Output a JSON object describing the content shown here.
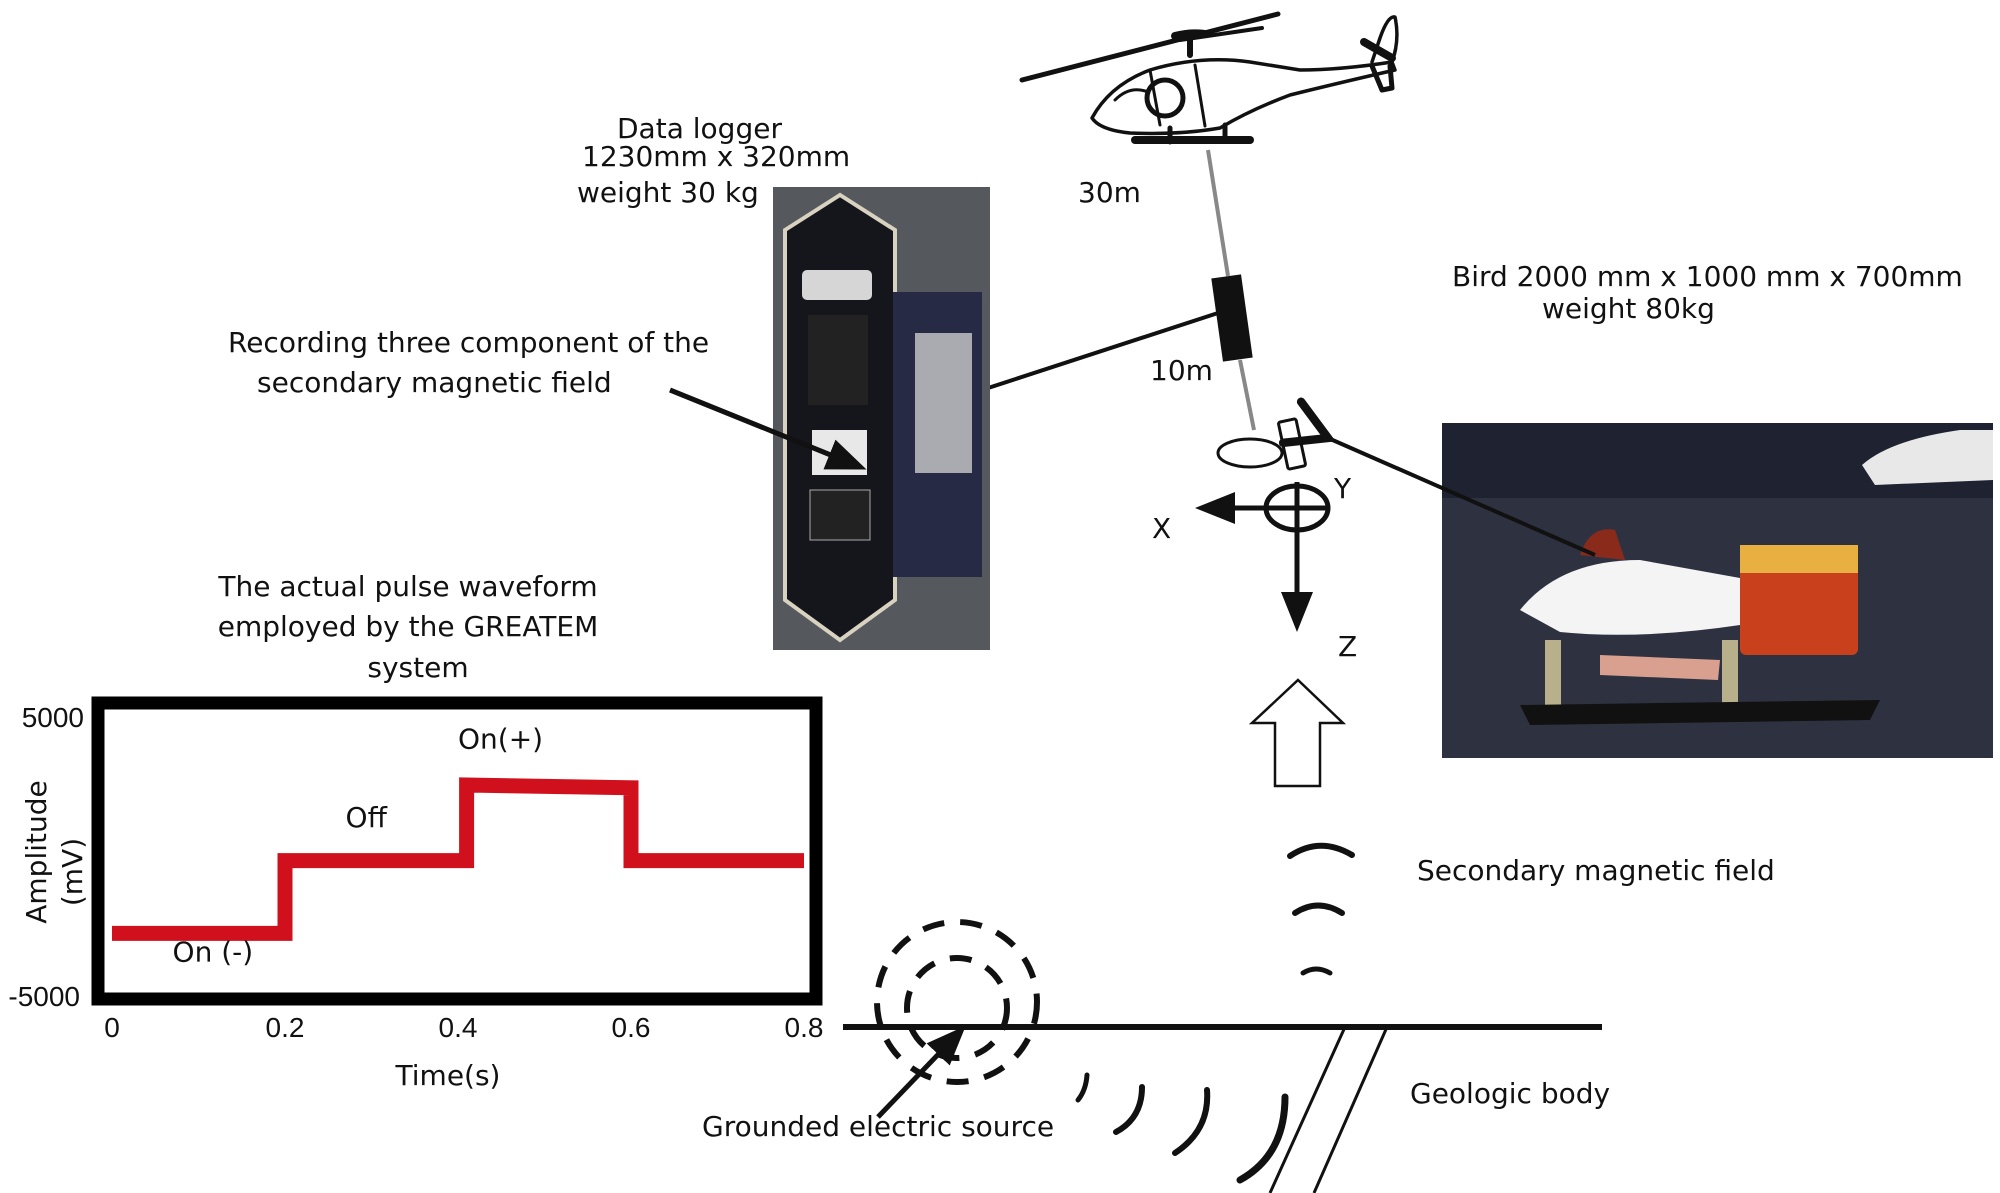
{
  "colors": {
    "waveform": "#d0101c",
    "ink": "#111111",
    "logger_bg": "#55585c",
    "logger_body": "#1a1c22",
    "logger_cylinder": "#272a44",
    "logger_panel": "#a9abb0",
    "bird_bg": "#2e3240",
    "bird_body": "#f4f4f4",
    "bird_coil": "#c8401c"
  },
  "labels": {
    "data_logger_title": "Data logger",
    "data_logger_size": "1230mm x 320mm",
    "data_logger_weight": "weight 30 kg",
    "recording_line1": "Recording three component of the",
    "recording_line2": "secondary magnetic field",
    "cable_upper_length": "30m",
    "cable_lower_length": "10m",
    "bird_size": "Bird 2000 mm x 1000 mm x 700mm",
    "bird_weight": "weight 80kg",
    "axis_x": "X",
    "axis_y": "Y",
    "axis_z": "Z",
    "secondary_field": "Secondary magnetic field",
    "geologic_body": "Geologic body",
    "grounded_source": "Grounded electric source",
    "waveform_caption_line1": "The actual pulse waveform",
    "waveform_caption_line2": "employed by the GREATEM",
    "waveform_caption_line3": "system"
  },
  "chart_data": {
    "type": "line",
    "title": "The actual pulse waveform employed by the GREATEM system",
    "xlabel": "Time(s)",
    "ylabel": "Amplitude (mV)",
    "xlim": [
      0,
      0.8
    ],
    "ylim": [
      -5000,
      5000
    ],
    "x_ticks": [
      "0",
      "0.2",
      "0.4",
      "0.6",
      "0.8"
    ],
    "y_ticks": [
      "5000",
      "-5000"
    ],
    "grid": false,
    "step": true,
    "series": [
      {
        "name": "Pulse waveform",
        "points": [
          {
            "x": 0.0,
            "y": -2800
          },
          {
            "x": 0.2,
            "y": -2800
          },
          {
            "x": 0.2,
            "y": -200
          },
          {
            "x": 0.41,
            "y": -200
          },
          {
            "x": 0.41,
            "y": 2500
          },
          {
            "x": 0.6,
            "y": 2400
          },
          {
            "x": 0.6,
            "y": -200
          },
          {
            "x": 0.8,
            "y": -200
          }
        ]
      }
    ],
    "annotations": [
      {
        "text": "On (-)",
        "x": 0.07,
        "y": -3800
      },
      {
        "text": "Off",
        "x": 0.27,
        "y": 1000
      },
      {
        "text": "On(+)",
        "x": 0.4,
        "y": 3800
      }
    ]
  }
}
